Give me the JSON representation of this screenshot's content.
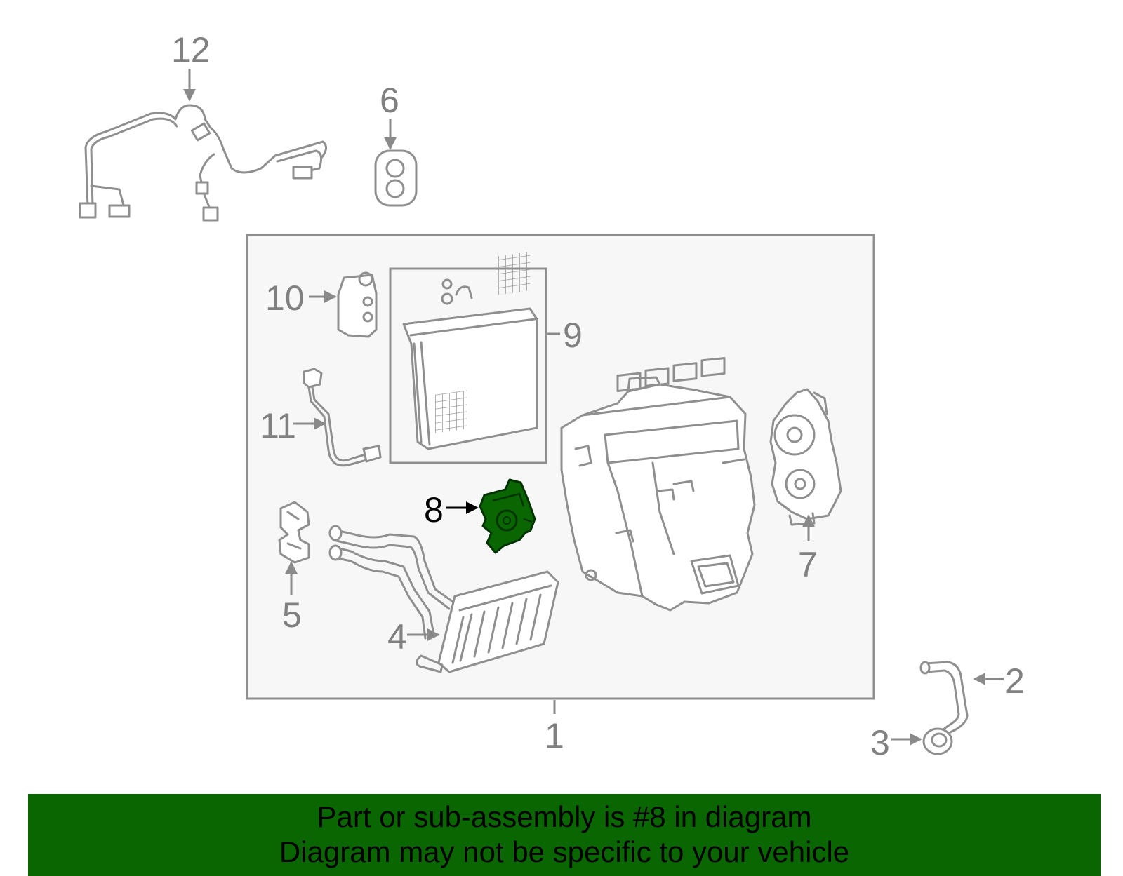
{
  "callouts": {
    "c1": "1",
    "c2": "2",
    "c3": "3",
    "c4": "4",
    "c5": "5",
    "c6": "6",
    "c7": "7",
    "c8": "8",
    "c9": "9",
    "c10": "10",
    "c11": "11",
    "c12": "12"
  },
  "highlighted_part": "8",
  "colors": {
    "highlight_part": "#0a6600",
    "banner_background": "#0a6600",
    "panel_background": "#f7f7f7",
    "line_art": "#8f8f8f"
  },
  "banner": {
    "line1": "Part or sub-assembly is #8 in diagram",
    "line2": "Diagram may not be specific to your vehicle"
  }
}
